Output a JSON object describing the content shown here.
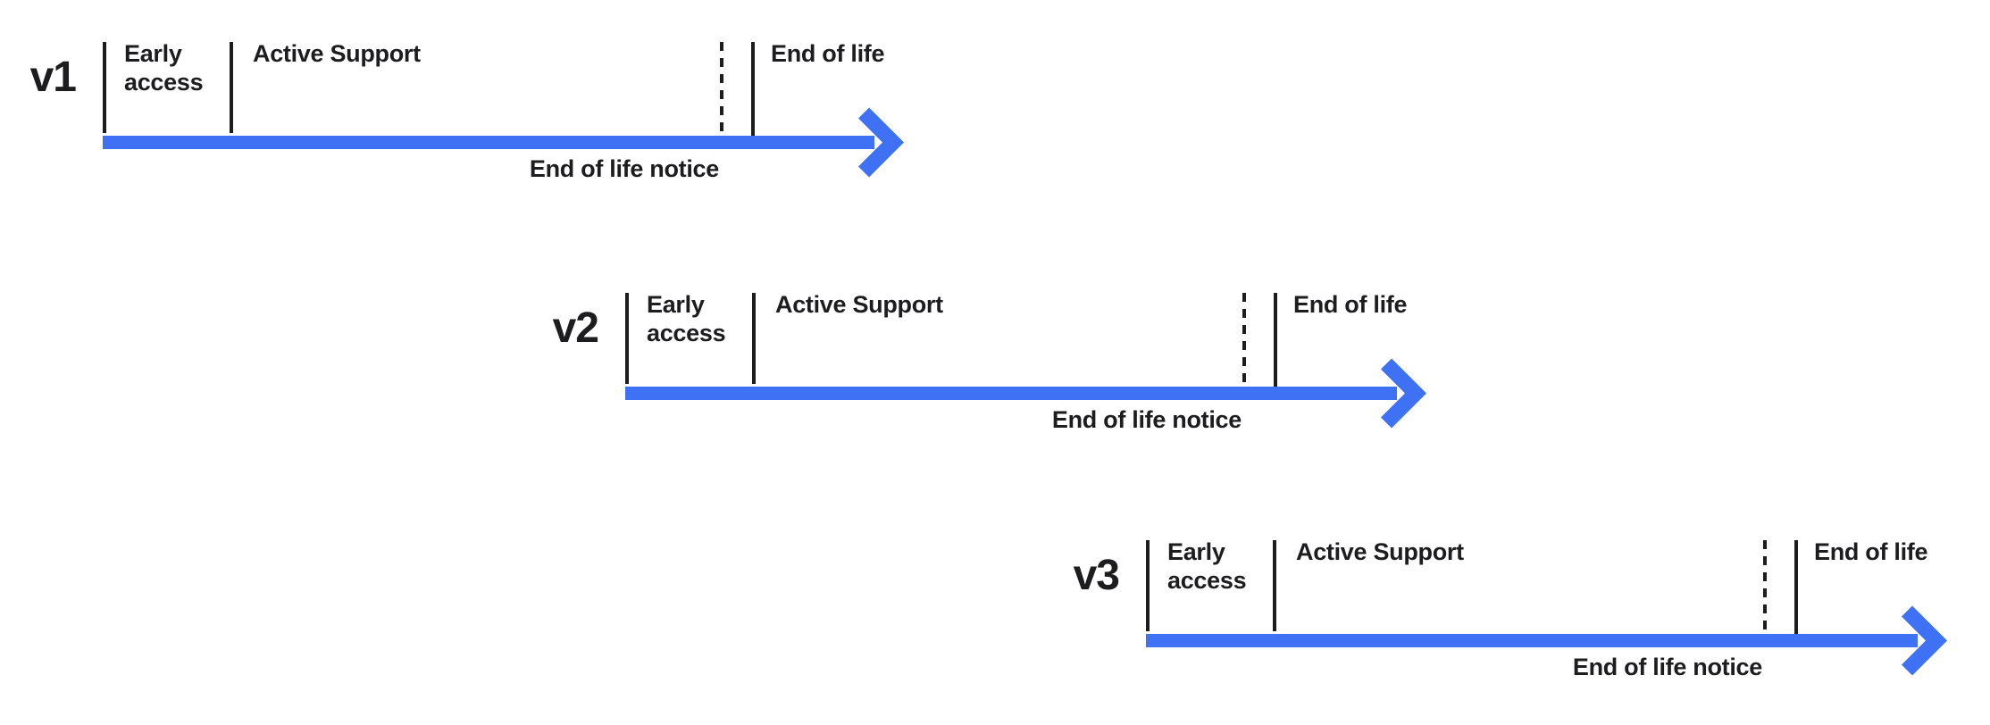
{
  "colors": {
    "arrow_blue": "#3E71F4",
    "ink": "#1D1D1F",
    "background": "#FFFFFF"
  },
  "timelines": [
    {
      "version": "v1",
      "phases": {
        "early_access": "Early access",
        "active_support": "Active Support",
        "end_of_life": "End of life"
      },
      "notice": "End of life notice"
    },
    {
      "version": "v2",
      "phases": {
        "early_access": "Early access",
        "active_support": "Active Support",
        "end_of_life": "End of life"
      },
      "notice": "End of life notice"
    },
    {
      "version": "v3",
      "phases": {
        "early_access": "Early access",
        "active_support": "Active Support",
        "end_of_life": "End of life"
      },
      "notice": "End of life notice"
    }
  ]
}
